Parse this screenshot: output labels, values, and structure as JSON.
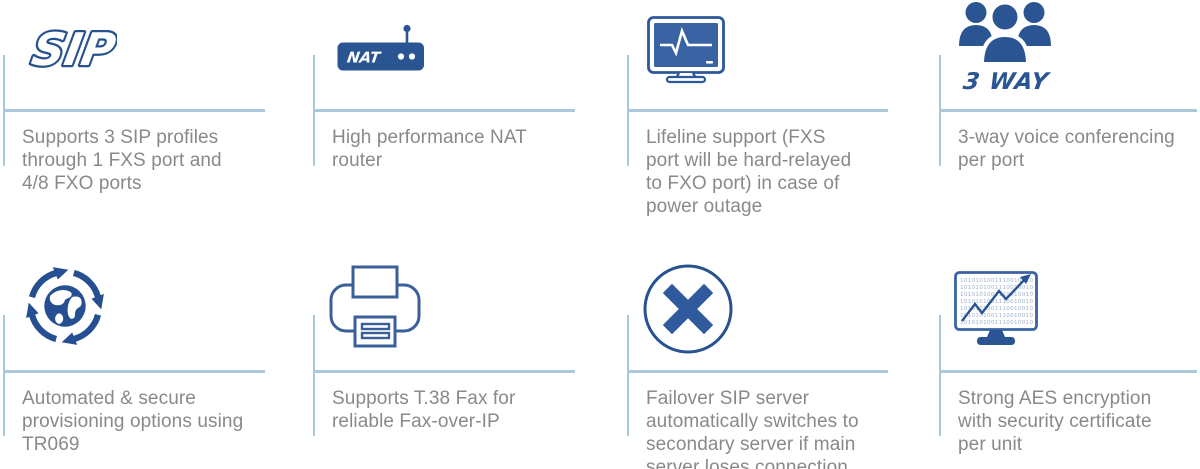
{
  "colors": {
    "accent_blue": "#2a5492",
    "outline_blue": "#35609f",
    "screen_blue": "#3a63a3",
    "divider_blue": "#abc9da",
    "text_gray": "#87898b",
    "binary_light_blue": "#9fb2d0"
  },
  "features": [
    {
      "name": "sip-profiles",
      "icon": "sip-logo-icon",
      "icon_label": "SIP",
      "description": "Supports 3 SIP profiles\nthrough 1 FXS port and\n4/8 FXO ports"
    },
    {
      "name": "nat-router",
      "icon": "nat-router-icon",
      "icon_label": "NAT",
      "description": "High performance NAT\nrouter"
    },
    {
      "name": "lifeline-support",
      "icon": "monitor-heartbeat-icon",
      "description": "Lifeline support (FXS\nport will be hard-relayed\nto FXO port) in case of\npower outage"
    },
    {
      "name": "three-way-conferencing",
      "icon": "conference-group-icon",
      "icon_label": "3 WAY",
      "description": "3-way voice conferencing\nper port"
    },
    {
      "name": "auto-provisioning",
      "icon": "globe-sync-arrows-icon",
      "description": "Automated & secure\nprovisioning options using\nTR069"
    },
    {
      "name": "t38-fax",
      "icon": "fax-printer-icon",
      "description": "Supports T.38 Fax for\nreliable Fax-over-IP"
    },
    {
      "name": "sip-failover",
      "icon": "failover-cross-circle-icon",
      "description": "Failover SIP server\nautomatically switches to\nsecondary server if main\nserver loses connection"
    },
    {
      "name": "aes-encryption",
      "icon": "monitor-binary-icon",
      "icon_binary_row": "1010101001110010010101010",
      "description": "Strong AES encryption\nwith security certificate\nper unit"
    }
  ]
}
